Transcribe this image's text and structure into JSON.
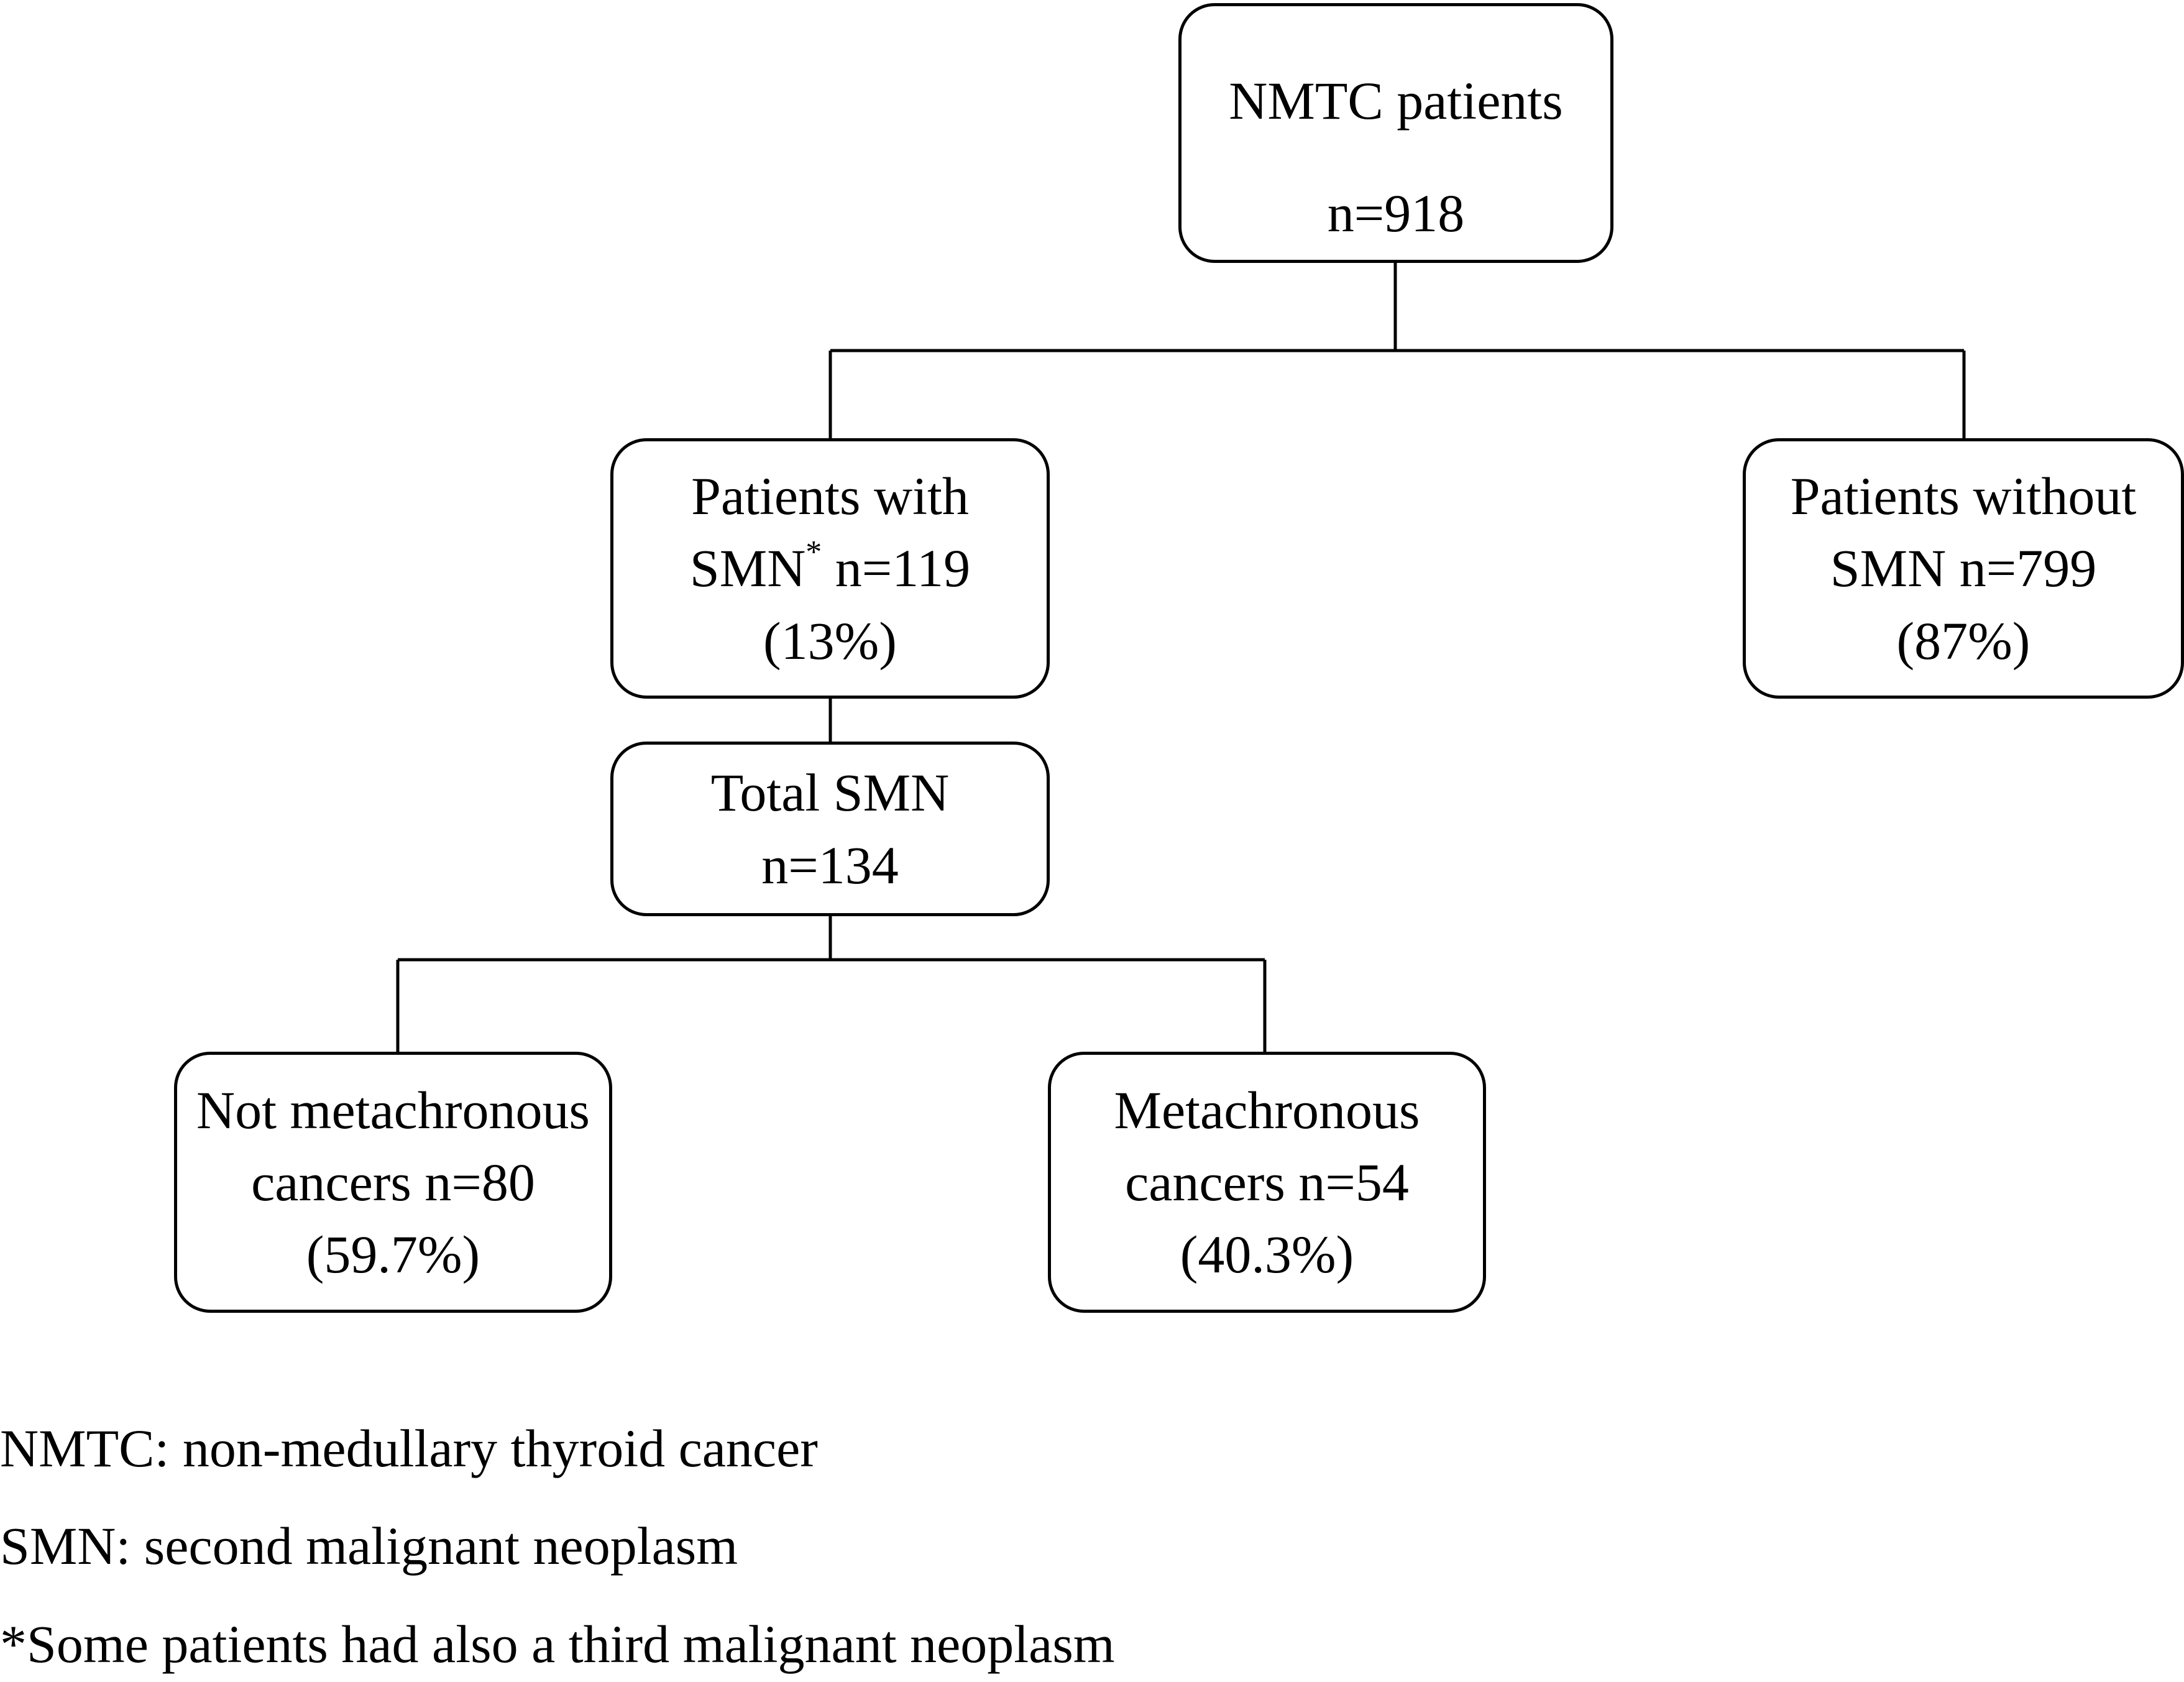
{
  "nodes": {
    "root": {
      "label": "NMTC patients",
      "count": "n=918"
    },
    "with_smn": {
      "line1": "Patients with",
      "line2_pre": "SMN",
      "line2_mark": "*",
      "line2_post": " n=119",
      "percent": "(13%)"
    },
    "without_smn": {
      "line1": "Patients without",
      "line2": "SMN n=799",
      "percent": "(87%)"
    },
    "total_smn": {
      "label": "Total SMN",
      "count": "n=134"
    },
    "not_metachronous": {
      "line1": "Not metachronous",
      "line2": "cancers n=80",
      "percent": "(59.7%)"
    },
    "metachronous": {
      "line1": "Metachronous",
      "line2": "cancers n=54",
      "percent": "(40.3%)"
    }
  },
  "footnotes": [
    "NMTC: non-medullary thyroid cancer",
    "SMN: second malignant neoplasm",
    "*Some patients had also a third malignant neoplasm"
  ]
}
